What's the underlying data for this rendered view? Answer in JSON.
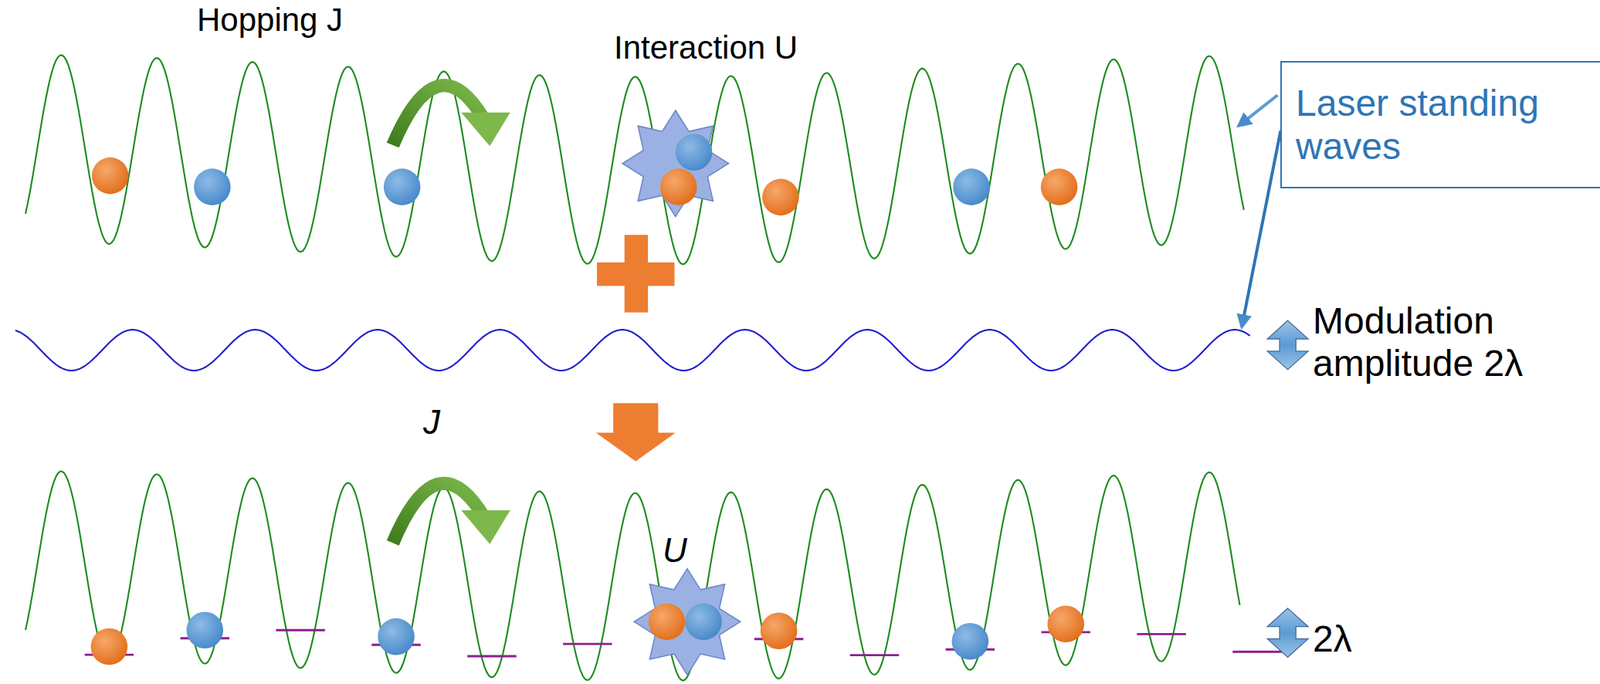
{
  "diagram": {
    "nodes": [
      {
        "text": [
          "Laser standing waves"
        ]
      }
    ],
    "labels": [
      "Hopping J",
      "Interaction U",
      "Modulation amplitude 2λ",
      "J",
      "U",
      "2λ"
    ]
  }
}
